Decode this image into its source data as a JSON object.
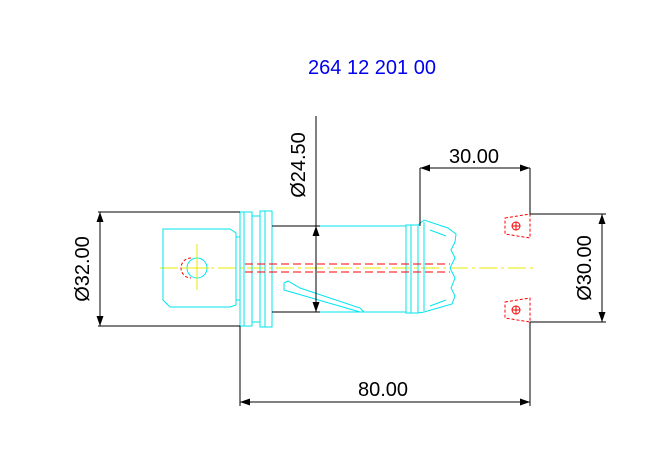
{
  "title": "264 12 201 00",
  "dimensions": {
    "dia_24_50": "Ø24.50",
    "dia_32_00": "Ø32.00",
    "dia_30_00": "Ø30.00",
    "len_30_00": "30.00",
    "len_80_00": "80.00"
  },
  "colors": {
    "part_outline": "#00e5ee",
    "dimension": "#000000",
    "hidden_feature": "#ff0000",
    "centerline": "#e8e800",
    "title": "#0000ee"
  }
}
